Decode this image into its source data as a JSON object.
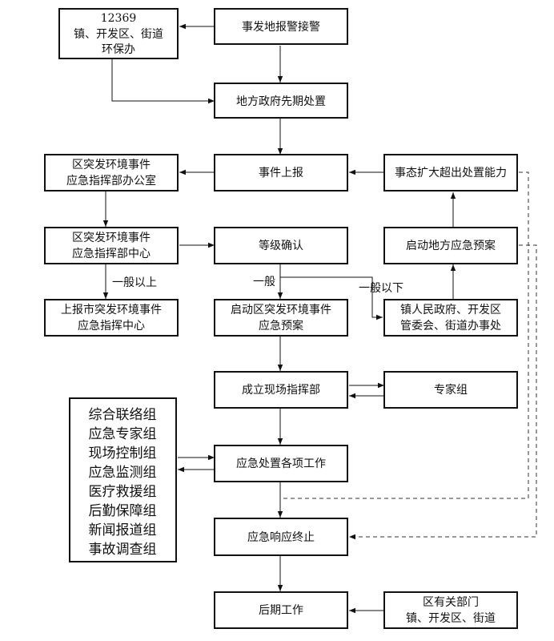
{
  "boxes": {
    "hotline": [
      "12369",
      "镇、开发区、街道",
      "环保办"
    ],
    "alarm": [
      "事发地报警接警"
    ],
    "local_first": [
      "地方政府先期处置"
    ],
    "district_office": [
      "区突发环境事件",
      "应急指挥部办公室"
    ],
    "report": [
      "事件上报"
    ],
    "escalate": [
      "事态扩大超出处置能力"
    ],
    "district_center": [
      "区突发环境事件",
      "应急指挥部中心"
    ],
    "grade": [
      "等级确认"
    ],
    "local_plan": [
      "启动地方应急预案"
    ],
    "city_center": [
      "上报市突发环境事件",
      "应急指挥中心"
    ],
    "district_plan": [
      "启动区突发环境事件",
      "应急预案"
    ],
    "town_gov": [
      "镇人民政府、开发区",
      "管委会、街道办事处"
    ],
    "onsite_hq": [
      "成立现场指挥部"
    ],
    "experts": [
      "专家组"
    ],
    "groups": [
      "综合联络组",
      "应急专家组",
      "现场控制组",
      "应急监测组",
      "医疗救援组",
      "后勤保障组",
      "新闻报道组",
      "事故调查组"
    ],
    "tasks": [
      "应急处置各项工作"
    ],
    "end": [
      "应急响应终止"
    ],
    "aftermath": [
      "后期工作"
    ],
    "depts": [
      "区有关部门",
      "镇、开发区、街道"
    ]
  },
  "labels": {
    "above_general": "一般以上",
    "general": "一般",
    "below_general": "一般以下"
  }
}
